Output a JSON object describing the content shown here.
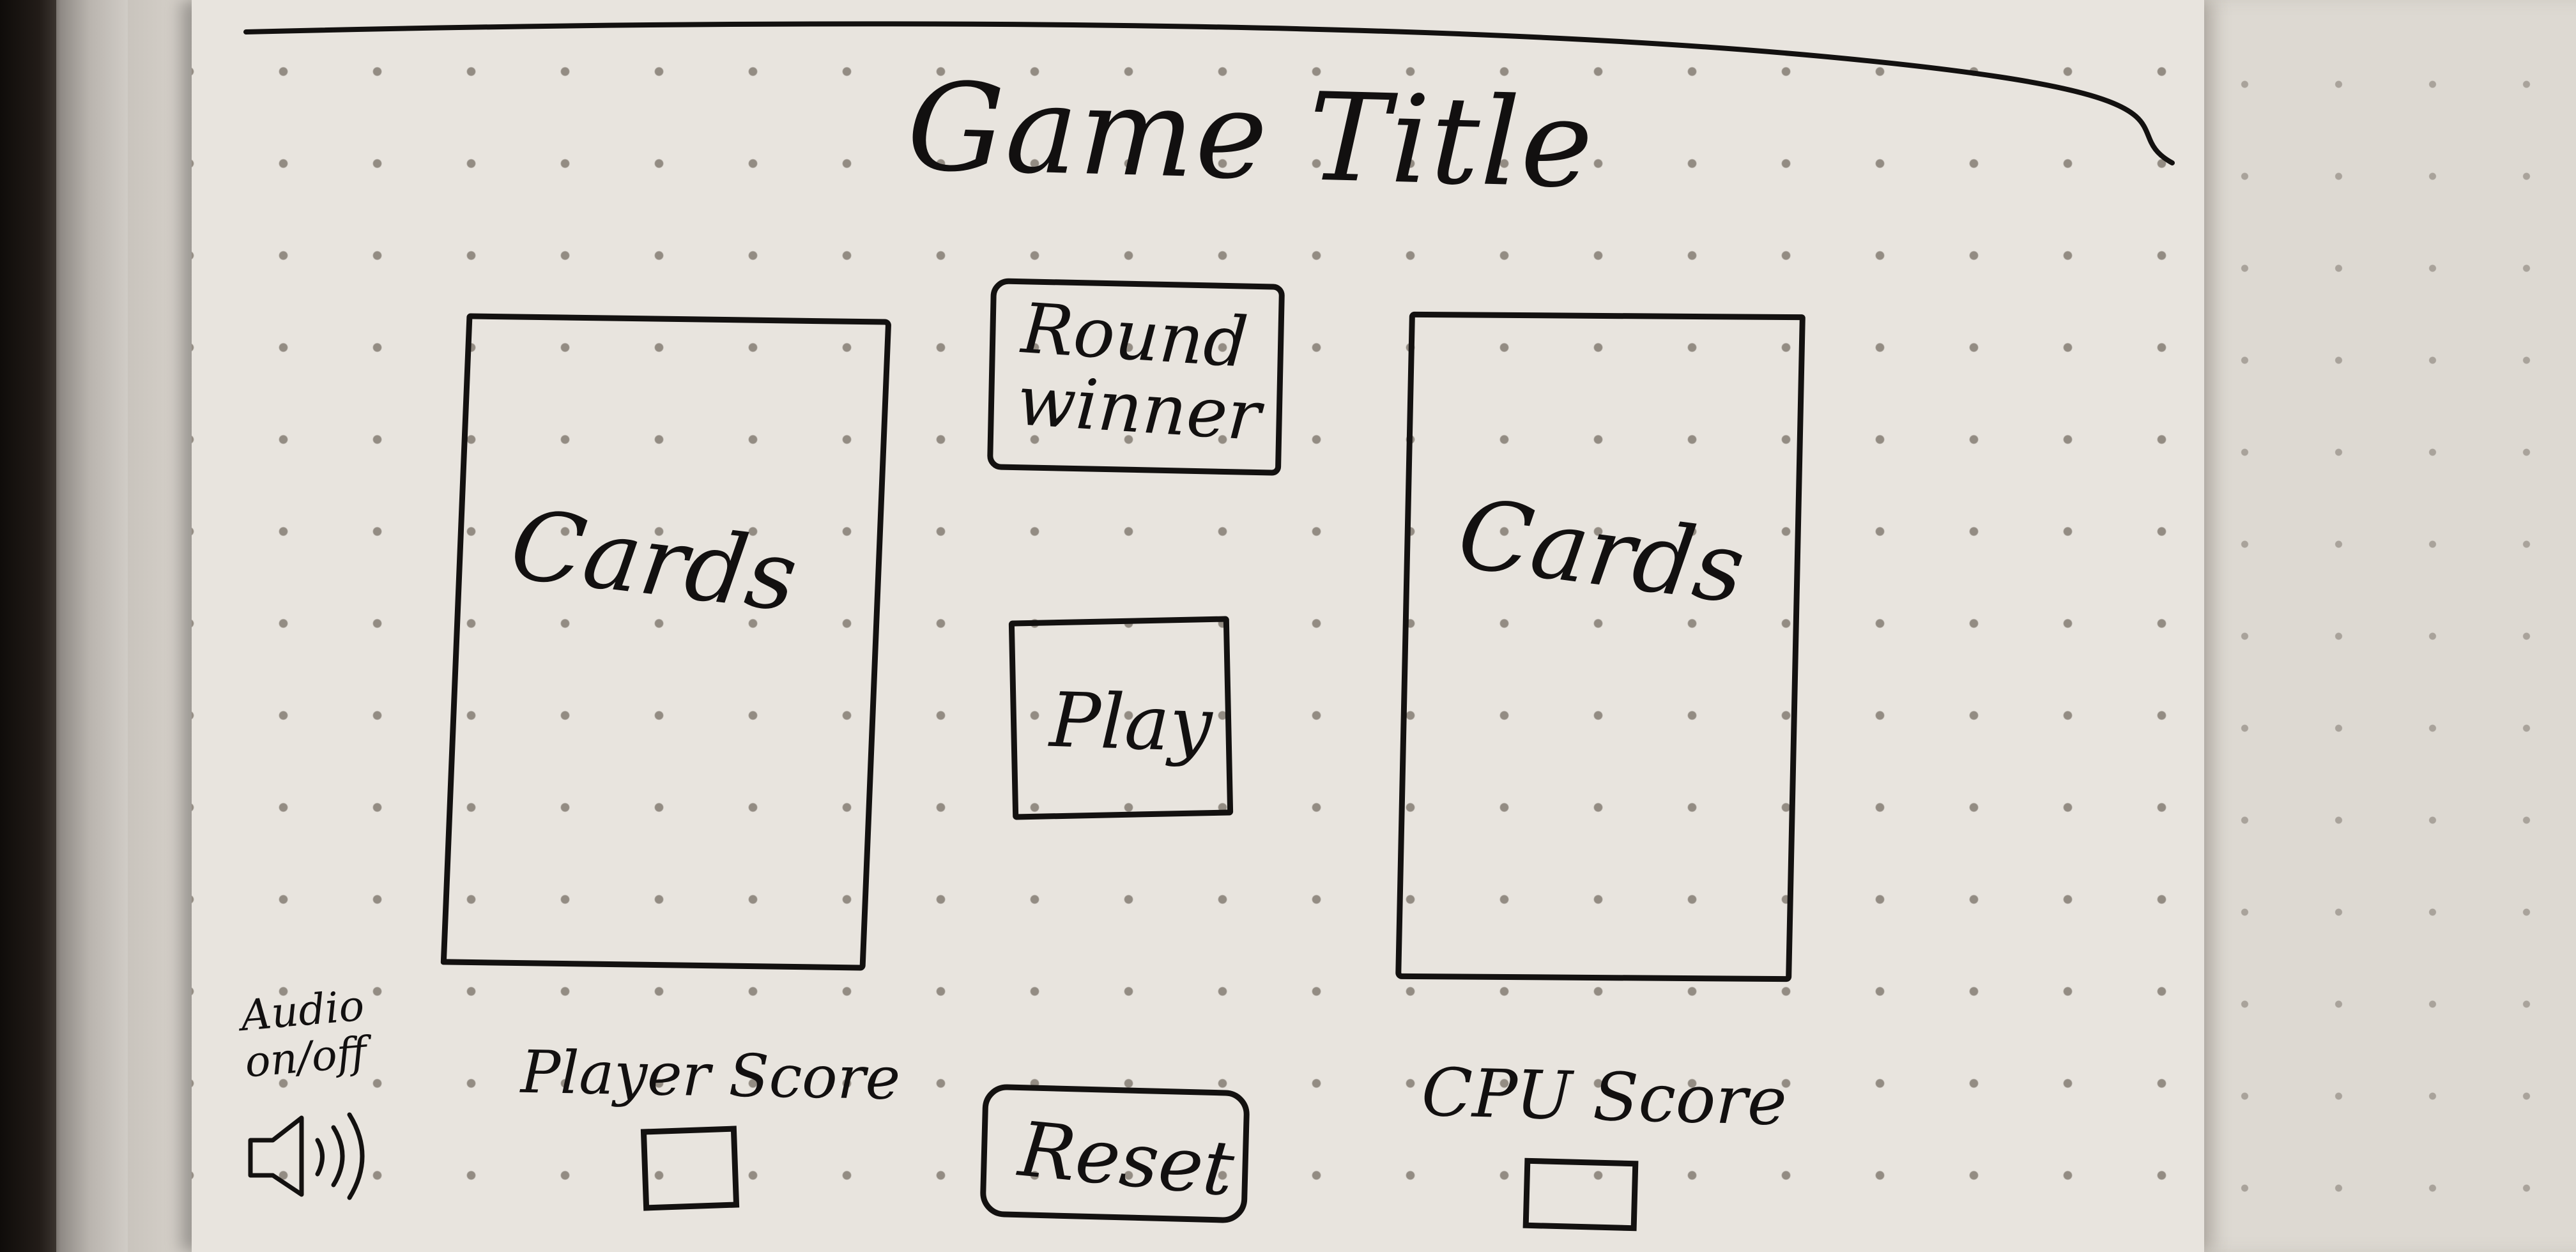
{
  "sketch": {
    "title": "Game Title",
    "round_winner": "Round winner",
    "player_cards_label": "Cards",
    "cpu_cards_label": "Cards",
    "play_label": "Play",
    "reset_label": "Reset",
    "audio_label": "Audio on/off",
    "player_score_label": "Player Score",
    "cpu_score_label": "CPU Score"
  },
  "icons": {
    "audio": "speaker-icon"
  },
  "colors": {
    "ink": "#131110",
    "paper": "#e8e4de",
    "dots": "#938c83"
  }
}
